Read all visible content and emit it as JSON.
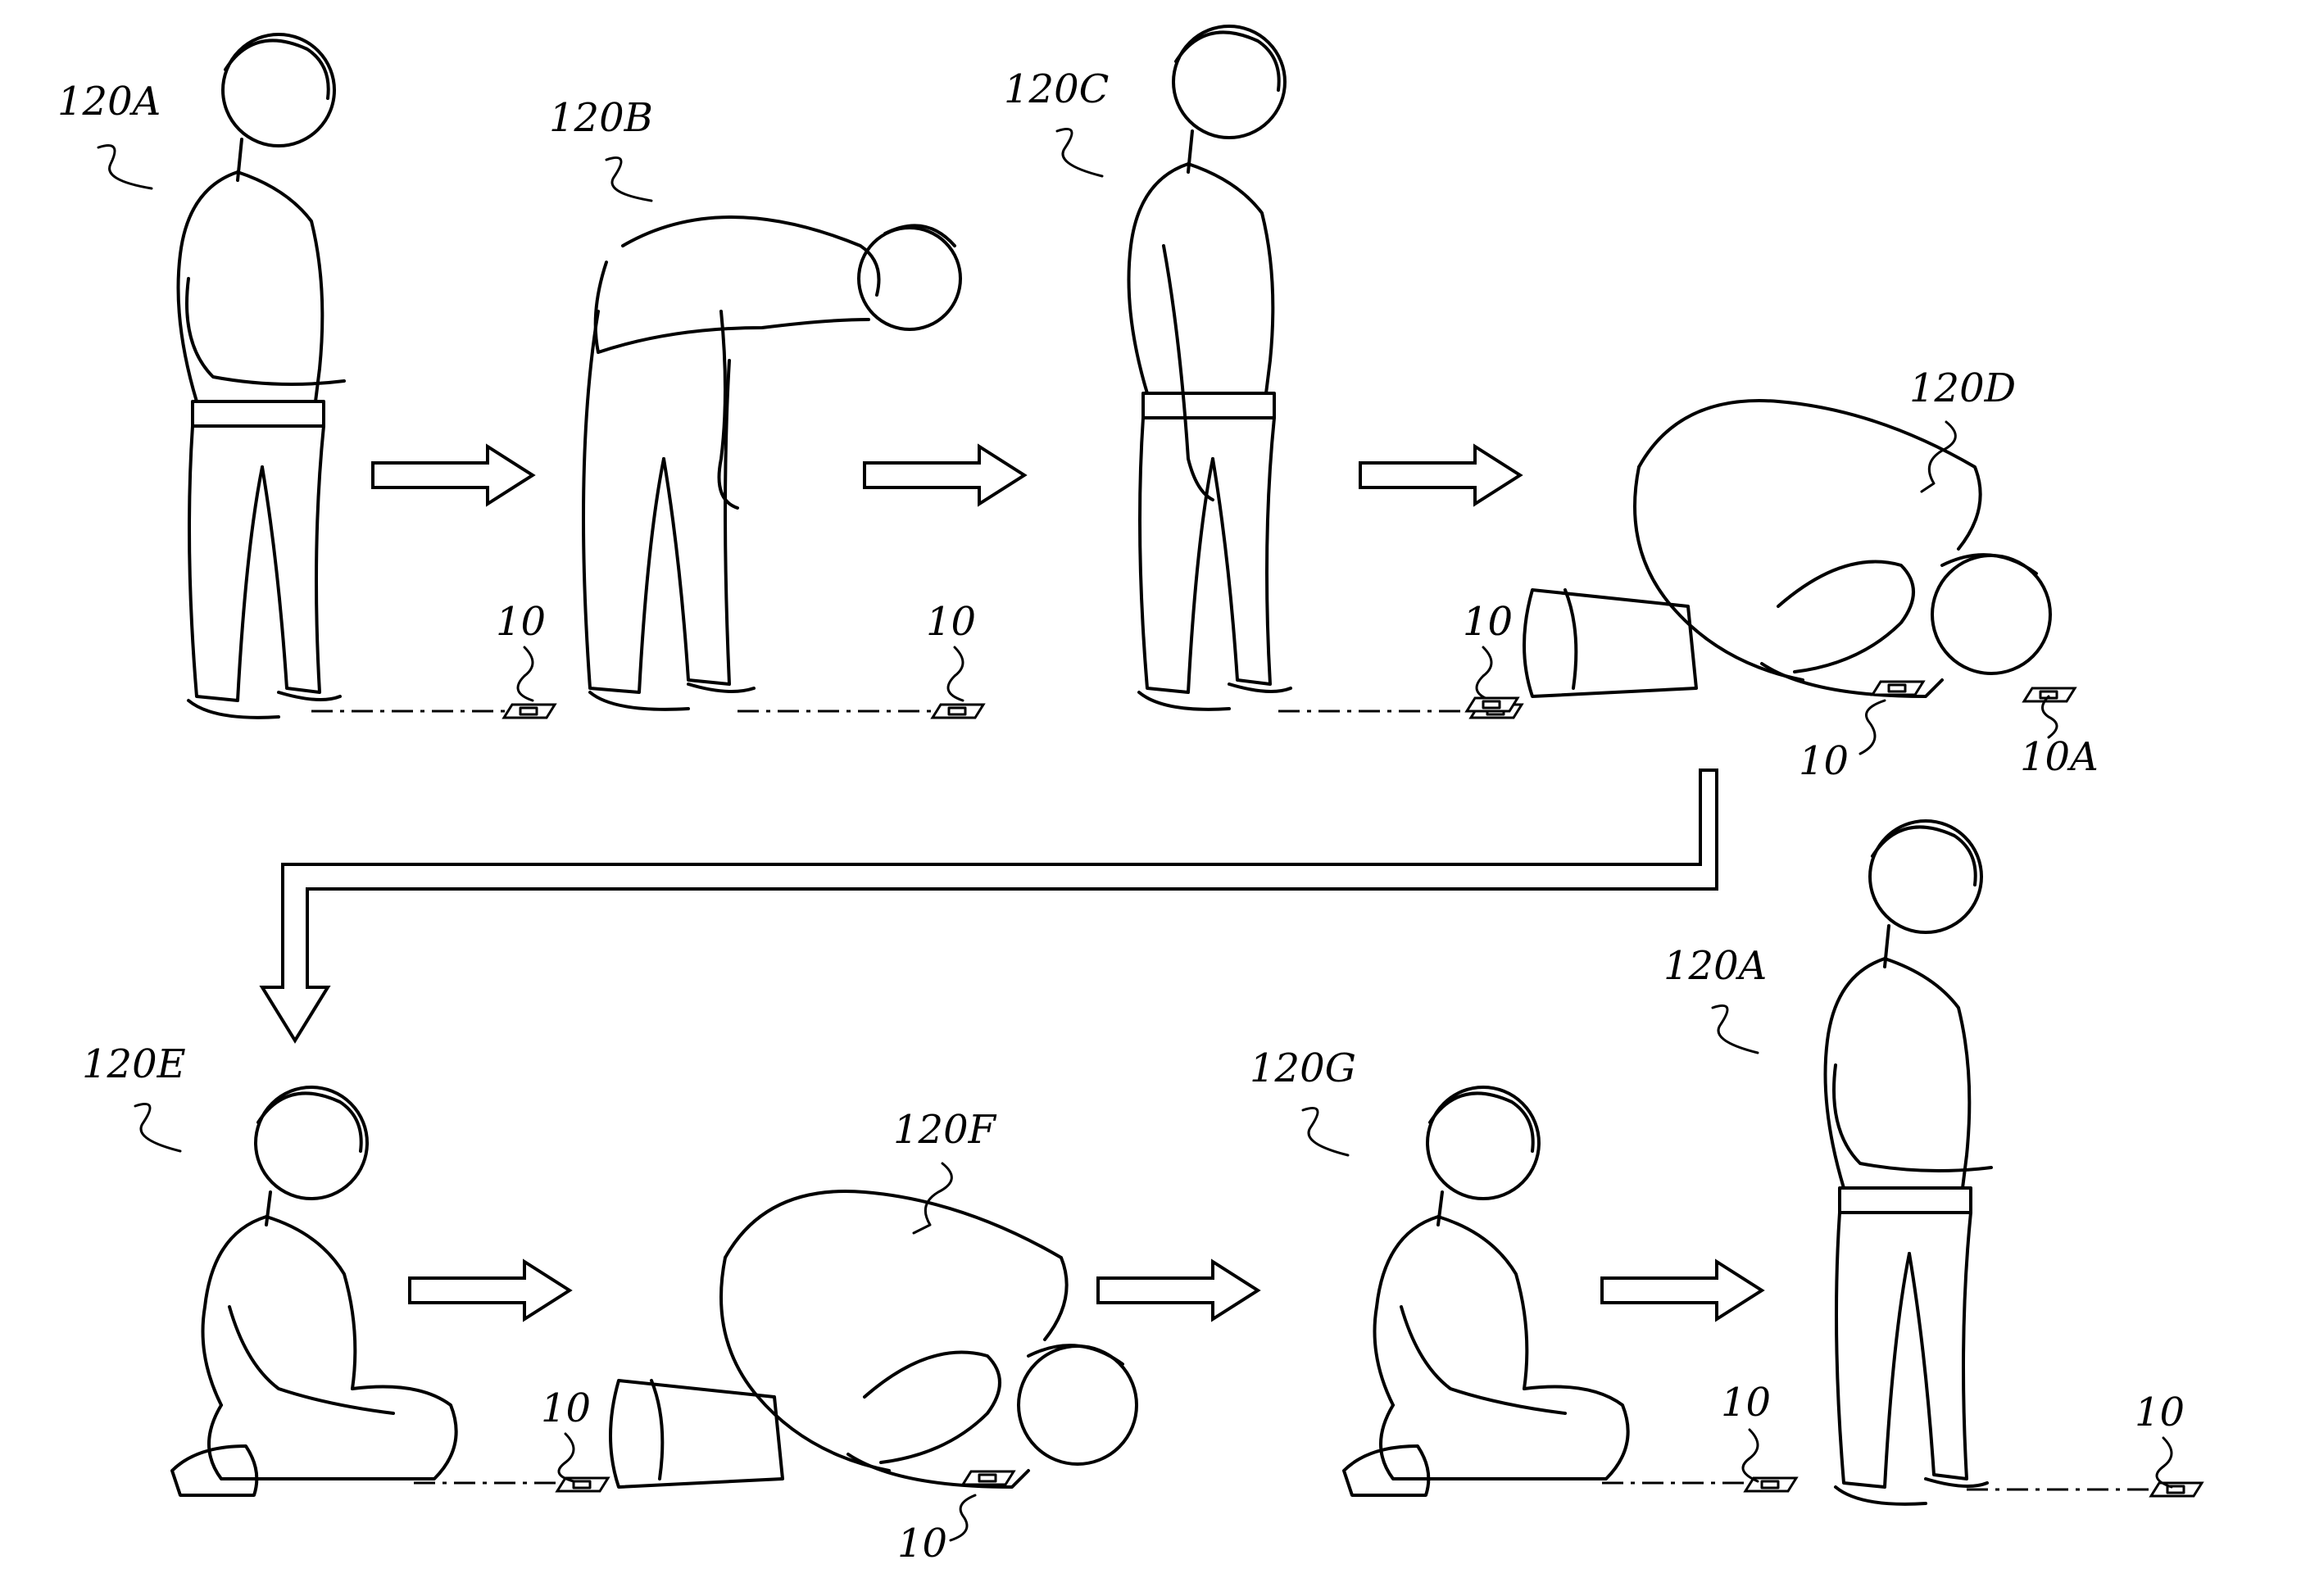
{
  "figure": {
    "device_ref": "10",
    "stages": [
      {
        "ref": "120A",
        "pose": "standing-hands-folded"
      },
      {
        "ref": "120B",
        "pose": "bowing"
      },
      {
        "ref": "120C",
        "pose": "standing-arms-down"
      },
      {
        "ref": "120D",
        "pose": "prostrating",
        "extra_ref": "10A"
      },
      {
        "ref": "120E",
        "pose": "kneeling"
      },
      {
        "ref": "120F",
        "pose": "prostrating"
      },
      {
        "ref": "120G",
        "pose": "kneeling"
      },
      {
        "ref": "120A",
        "pose": "standing-hands-folded"
      }
    ]
  }
}
